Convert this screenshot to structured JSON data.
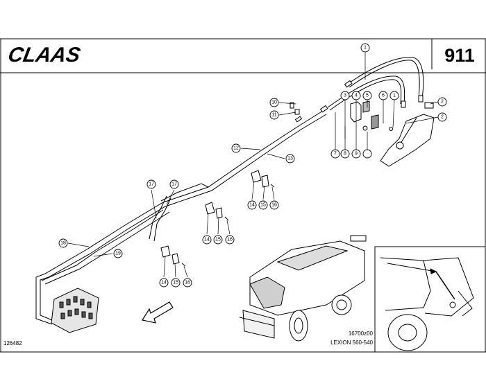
{
  "header": {
    "brand": "CLAAS",
    "page_number": "911"
  },
  "callouts": [
    {
      "id": "c1a",
      "label": "1"
    },
    {
      "id": "c2a",
      "label": "2"
    },
    {
      "id": "c2b",
      "label": "2"
    },
    {
      "id": "c3",
      "label": "3"
    },
    {
      "id": "c4",
      "label": "4"
    },
    {
      "id": "c5",
      "label": "5"
    },
    {
      "id": "c6",
      "label": "6"
    },
    {
      "id": "c1b",
      "label": "1"
    },
    {
      "id": "c7",
      "label": "7"
    },
    {
      "id": "c8",
      "label": "8"
    },
    {
      "id": "c9",
      "label": "9"
    },
    {
      "id": "c10",
      "label": "10"
    },
    {
      "id": "c11",
      "label": "11"
    },
    {
      "id": "c12",
      "label": "12"
    },
    {
      "id": "c13",
      "label": "13"
    },
    {
      "id": "c14a",
      "label": "14"
    },
    {
      "id": "c15a",
      "label": "15"
    },
    {
      "id": "c16a",
      "label": "16"
    },
    {
      "id": "c14b",
      "label": "14"
    },
    {
      "id": "c15b",
      "label": "15"
    },
    {
      "id": "c16b",
      "label": "16"
    },
    {
      "id": "c14c",
      "label": "14"
    },
    {
      "id": "c15c",
      "label": "15"
    },
    {
      "id": "c16c",
      "label": "16"
    },
    {
      "id": "c17a",
      "label": "17"
    },
    {
      "id": "c17b",
      "label": "17"
    },
    {
      "id": "c18",
      "label": "18"
    },
    {
      "id": "c19",
      "label": "19"
    }
  ],
  "footer": {
    "drawing_number": "126482",
    "model_code": "16700z00",
    "model_name": "LEXION 560-540"
  }
}
